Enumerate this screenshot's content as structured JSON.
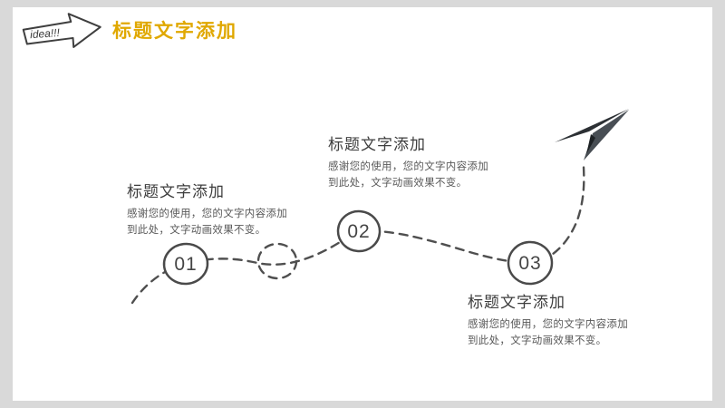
{
  "slide": {
    "badge_label": "idea!!!",
    "title": "标题文字添加",
    "accent_color": "#e0a800",
    "line_color": "#4f4f4f",
    "plane_color_dark": "#2c3034",
    "plane_color_light": "#484e54",
    "steps": [
      {
        "number": "01",
        "heading": "标题文字添加",
        "body_line1": "感谢您的使用，您的文字内容添加",
        "body_line2": "到此处，文字动画效果不变。"
      },
      {
        "number": "02",
        "heading": "标题文字添加",
        "body_line1": "感谢您的使用，您的文字内容添加",
        "body_line2": "到此处，文字动画效果不变。"
      },
      {
        "number": "03",
        "heading": "标题文字添加",
        "body_line1": "感谢您的使用，您的文字内容添加",
        "body_line2": "到此处，文字动画效果不变。"
      }
    ]
  }
}
